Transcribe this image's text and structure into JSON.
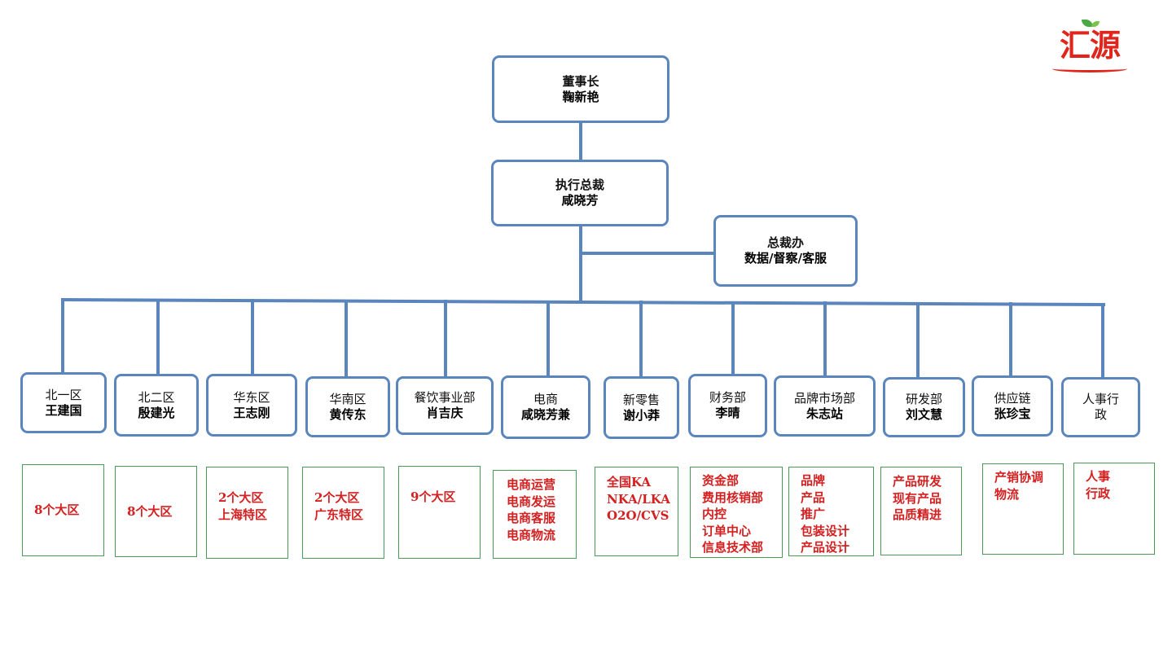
{
  "logo": {
    "text": "汇源",
    "colors": {
      "red": "#e0261c",
      "green": "#4aa845"
    }
  },
  "colors": {
    "box_border": "#5b86bd",
    "connector": "#5b86bd",
    "detail_border": "#4a9a5a",
    "detail_text": "#d42020"
  },
  "chairman": {
    "title": "董事长",
    "name": "鞠新艳"
  },
  "executive": {
    "title": "执行总裁",
    "name": "咸晓芳"
  },
  "president_office": {
    "title": "总裁办",
    "name": "数据/督察/客服"
  },
  "departments": [
    {
      "title": "北一区",
      "name": "王建国",
      "details": [
        "8个大区"
      ]
    },
    {
      "title": "北二区",
      "name": "殷建光",
      "details": [
        "8个大区"
      ]
    },
    {
      "title": "华东区",
      "name": "王志刚",
      "details": [
        "2个大区",
        "上海特区"
      ]
    },
    {
      "title": "华南区",
      "name": "黄传东",
      "details": [
        "2个大区",
        "广东特区"
      ]
    },
    {
      "title": "餐饮事业部",
      "name": "肖吉庆",
      "details": [
        "9个大区"
      ]
    },
    {
      "title": "电商",
      "name": "咸晓芳兼",
      "details": [
        "电商运营",
        "电商发运",
        "电商客服",
        "电商物流"
      ]
    },
    {
      "title": "新零售",
      "name": "谢小莽",
      "details": [
        "全国KA",
        "NKA/LKA",
        "O2O/CVS"
      ]
    },
    {
      "title": "财务部",
      "name": "李晴",
      "details": [
        "资金部",
        "费用核销部",
        "内控",
        "订单中心",
        "信息技术部"
      ]
    },
    {
      "title": "品牌市场部",
      "name": "朱志站",
      "details": [
        "品牌",
        "产品",
        "推广",
        "包装设计",
        "产品设计"
      ]
    },
    {
      "title": "研发部",
      "name": "刘文慧",
      "details": [
        "产品研发",
        "现有产品",
        "品质精进"
      ]
    },
    {
      "title": "供应链",
      "name": "张珍宝",
      "details": [
        "产销协调",
        "物流"
      ]
    },
    {
      "title": "人事行",
      "name": "政",
      "details": [
        "人事",
        "行政"
      ]
    }
  ]
}
